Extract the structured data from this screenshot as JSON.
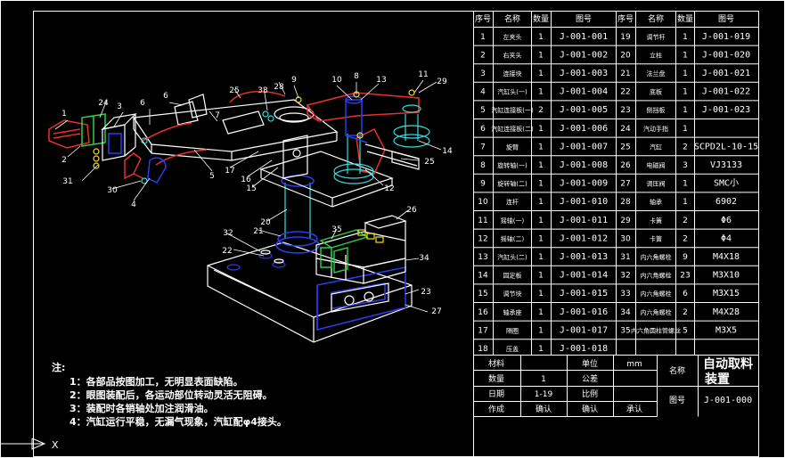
{
  "bom": {
    "headers": {
      "seq": "序号",
      "name": "名称",
      "qty": "数量",
      "drawing": "图号"
    },
    "left": [
      {
        "seq": "1",
        "name": "左夹头",
        "qty": "1",
        "code": "J-001-001"
      },
      {
        "seq": "2",
        "name": "右夹头",
        "qty": "1",
        "code": "J-001-002"
      },
      {
        "seq": "3",
        "name": "连接块",
        "qty": "1",
        "code": "J-001-003"
      },
      {
        "seq": "4",
        "name": "汽缸头(一)",
        "qty": "1",
        "code": "J-001-004"
      },
      {
        "seq": "5",
        "name": "汽缸连接板(一)",
        "qty": "2",
        "code": "J-001-005"
      },
      {
        "seq": "6",
        "name": "汽缸连接板(二)",
        "qty": "1",
        "code": "J-001-006"
      },
      {
        "seq": "7",
        "name": "旋臂",
        "qty": "1",
        "code": "J-001-007"
      },
      {
        "seq": "8",
        "name": "旋转轴(一)",
        "qty": "1",
        "code": "J-001-008"
      },
      {
        "seq": "9",
        "name": "旋转轴(二)",
        "qty": "1",
        "code": "J-001-009"
      },
      {
        "seq": "10",
        "name": "连杆",
        "qty": "1",
        "code": "J-001-010"
      },
      {
        "seq": "11",
        "name": "摇轴(一)",
        "qty": "1",
        "code": "J-001-011"
      },
      {
        "seq": "12",
        "name": "摇轴(二)",
        "qty": "1",
        "code": "J-001-012"
      },
      {
        "seq": "13",
        "name": "汽缸头(二)",
        "qty": "1",
        "code": "J-001-013"
      },
      {
        "seq": "14",
        "name": "固定板",
        "qty": "1",
        "code": "J-001-014"
      },
      {
        "seq": "15",
        "name": "调节块",
        "qty": "1",
        "code": "J-001-015"
      },
      {
        "seq": "16",
        "name": "轴承座",
        "qty": "1",
        "code": "J-001-016"
      },
      {
        "seq": "17",
        "name": "隔圈",
        "qty": "1",
        "code": "J-001-017"
      },
      {
        "seq": "18",
        "name": "压盖",
        "qty": "1",
        "code": "J-001-018"
      }
    ],
    "right": [
      {
        "seq": "19",
        "name": "调节杆",
        "qty": "1",
        "code": "J-001-019"
      },
      {
        "seq": "20",
        "name": "立柱",
        "qty": "1",
        "code": "J-001-020"
      },
      {
        "seq": "21",
        "name": "法兰盘",
        "qty": "1",
        "code": "J-001-021"
      },
      {
        "seq": "22",
        "name": "底板",
        "qty": "1",
        "code": "J-001-022"
      },
      {
        "seq": "23",
        "name": "侧挡板",
        "qty": "1",
        "code": "J-001-023"
      },
      {
        "seq": "24",
        "name": "汽动手指",
        "qty": "1",
        "code": ""
      },
      {
        "seq": "25",
        "name": "汽缸",
        "qty": "2",
        "code": "SCPD2L-10-15"
      },
      {
        "seq": "26",
        "name": "电磁阀",
        "qty": "3",
        "code": "VJ3133"
      },
      {
        "seq": "27",
        "name": "调压阀",
        "qty": "1",
        "code": "SMC小"
      },
      {
        "seq": "28",
        "name": "轴承",
        "qty": "1",
        "code": "6902"
      },
      {
        "seq": "29",
        "name": "卡簧",
        "qty": "2",
        "code": "Φ6"
      },
      {
        "seq": "30",
        "name": "卡簧",
        "qty": "2",
        "code": "Φ4"
      },
      {
        "seq": "31",
        "name": "内六角螺栓",
        "qty": "9",
        "code": "M4X18"
      },
      {
        "seq": "32",
        "name": "内六角螺栓",
        "qty": "23",
        "code": "M3X10"
      },
      {
        "seq": "33",
        "name": "内六角螺栓",
        "qty": "6",
        "code": "M3X15"
      },
      {
        "seq": "34",
        "name": "内六角螺栓",
        "qty": "2",
        "code": "M4X28"
      },
      {
        "seq": "35",
        "name": "内六角圆柱管螺丝",
        "qty": "5",
        "code": "M3X5"
      },
      {
        "seq": "",
        "name": "",
        "qty": "",
        "code": ""
      }
    ]
  },
  "title_block": {
    "material_label": "材料",
    "unit_label": "单位",
    "unit_value": "mm",
    "qty_label": "数量",
    "qty_value": "1",
    "tolerance_label": "公差",
    "date_label": "日期",
    "date_value": "1-19",
    "scale_label": "比例",
    "author_label": "作成",
    "confirm1": "确认",
    "confirm2": "确认",
    "approve": "承认",
    "name_label": "名称",
    "name_value_1": "自动取料",
    "name_value_2": "装置",
    "drawing_label": "图号",
    "drawing_value": "J-001-000"
  },
  "notes": {
    "heading": "注:",
    "items": [
      "1：各部品按图加工，无明显表面缺陷。",
      "2：眼图装配后，各运动部位转动灵活无阻碍。",
      "3：装配时各销轴处加注润滑油。",
      "4：汽缸运行平稳，无漏气现象，汽缸配φ4接头。"
    ]
  },
  "balloons": [
    "1",
    "2",
    "3",
    "4",
    "5",
    "6",
    "6",
    "7",
    "8",
    "9",
    "10",
    "11",
    "12",
    "13",
    "14",
    "15",
    "16",
    "17",
    "20",
    "21",
    "22",
    "23",
    "24",
    "25",
    "25",
    "26",
    "27",
    "28",
    "29",
    "30",
    "31",
    "32",
    "33",
    "34",
    "35"
  ],
  "ucs": {
    "x_label": "X"
  },
  "colors": {
    "red": "#e8302a",
    "blue": "#2a3cf0",
    "cyan": "#2fe0e0",
    "green": "#2cd04a",
    "yellow": "#f0e020",
    "white": "#ffffff"
  }
}
